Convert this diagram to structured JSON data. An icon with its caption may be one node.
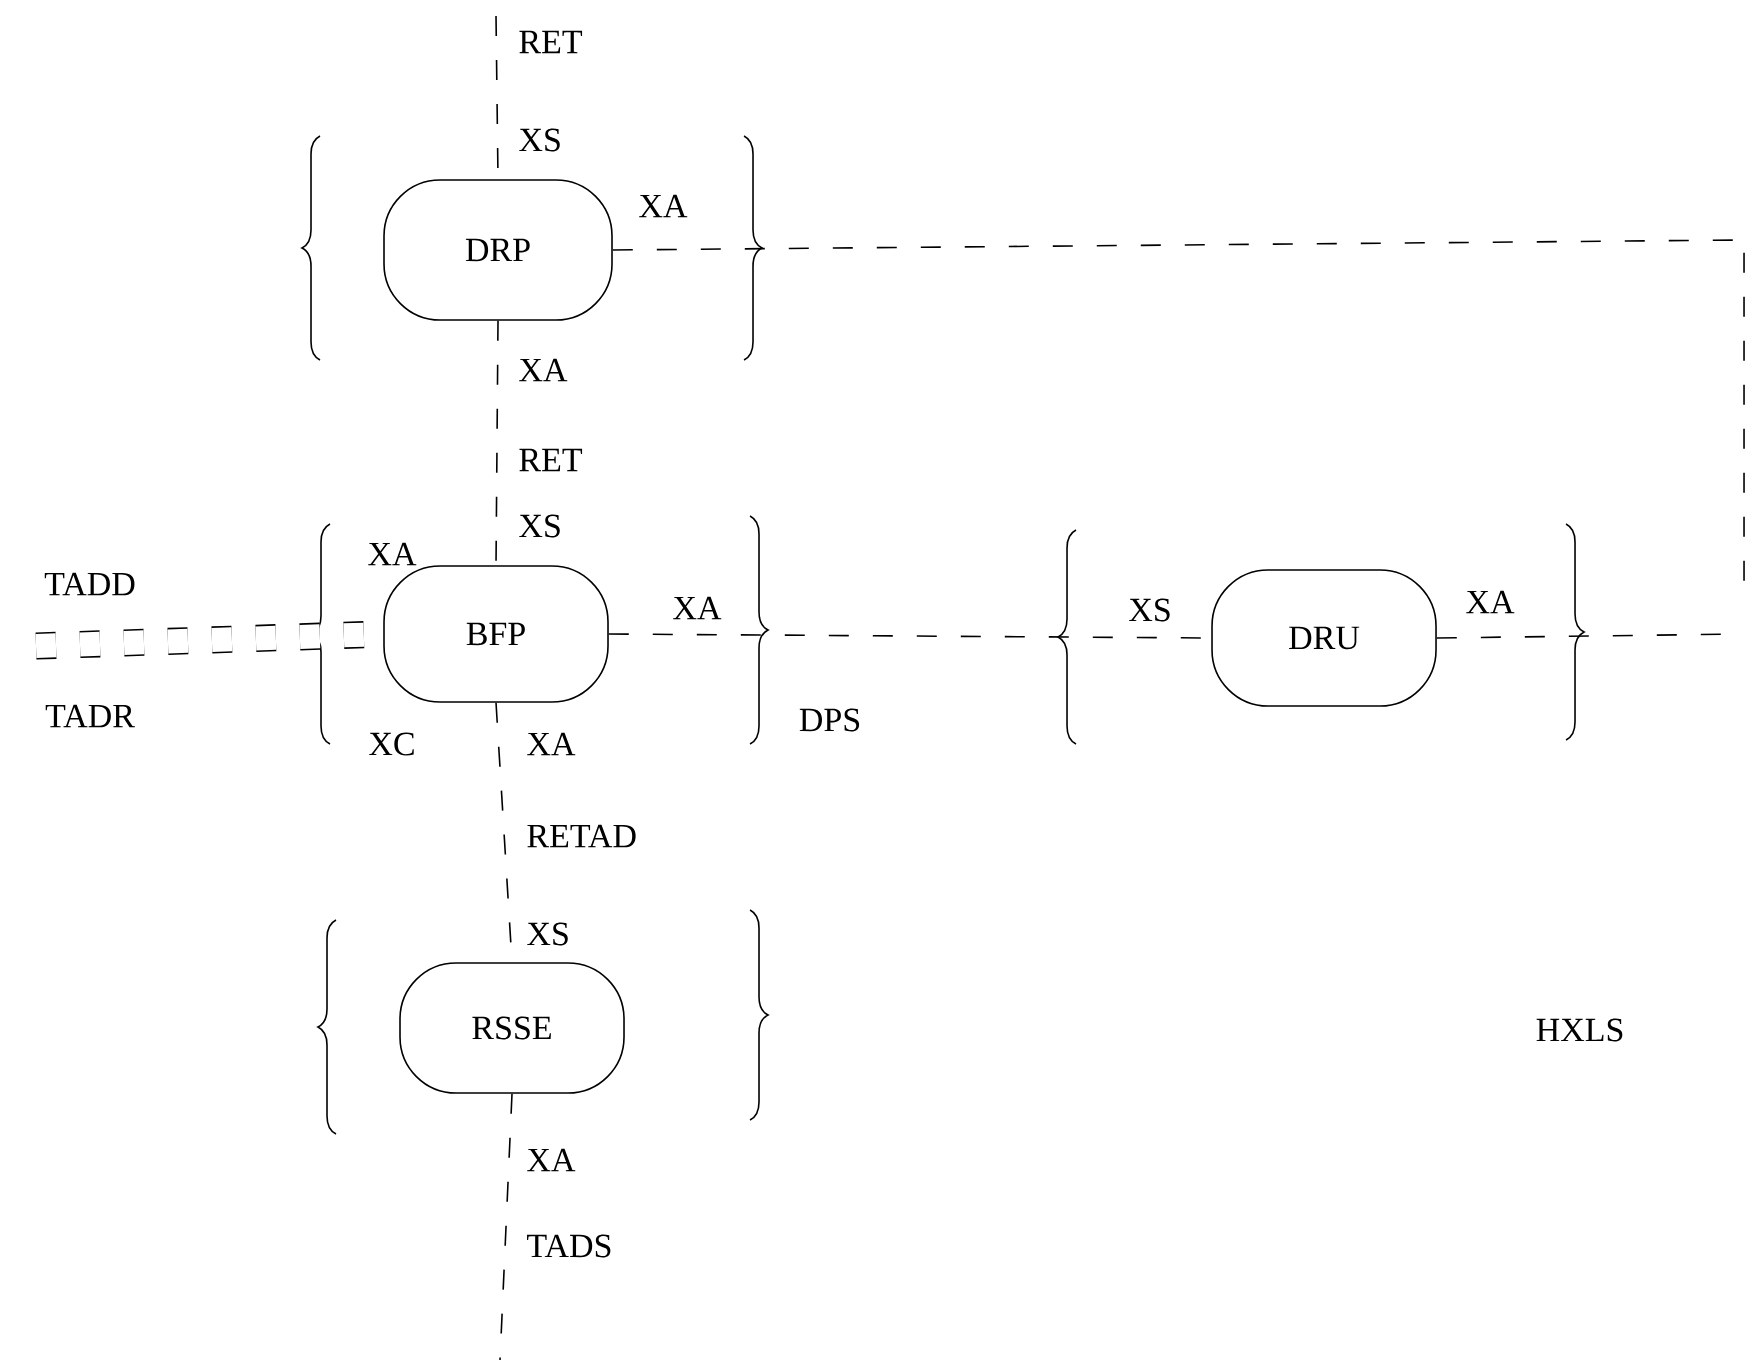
{
  "diagram": {
    "nodes": [
      {
        "text": [
          "DRP"
        ]
      },
      {
        "text": [
          "BFP"
        ]
      },
      {
        "text": [
          "DRU"
        ]
      },
      {
        "text": [
          "RSSE"
        ]
      }
    ],
    "edges": [
      {
        "from": null,
        "to": 0,
        "arrow": "none",
        "style": "dashed"
      },
      {
        "from": 0,
        "to": 1,
        "arrow": "none",
        "style": "dashed"
      },
      {
        "from": 1,
        "to": 3,
        "arrow": "none",
        "style": "dashed"
      },
      {
        "from": 3,
        "to": null,
        "arrow": "none",
        "style": "dashed"
      },
      {
        "from": 0,
        "to": null,
        "arrow": "none",
        "style": "dashed"
      },
      {
        "from": 1,
        "to": 2,
        "arrow": "none",
        "style": "dashed"
      },
      {
        "from": 2,
        "to": null,
        "arrow": "none",
        "style": "dashed"
      },
      {
        "from": null,
        "to": 1,
        "arrow": "none",
        "style": "dashed"
      }
    ],
    "labels": [
      "RET",
      "XS",
      "XA",
      "XA",
      "RET",
      "TADD",
      "XA",
      "XS",
      "XA",
      "XS",
      "XA",
      "TADR",
      "XC",
      "XA",
      "DPS",
      "RETAD",
      "XS",
      "HXLS",
      "XA",
      "TADS"
    ]
  }
}
